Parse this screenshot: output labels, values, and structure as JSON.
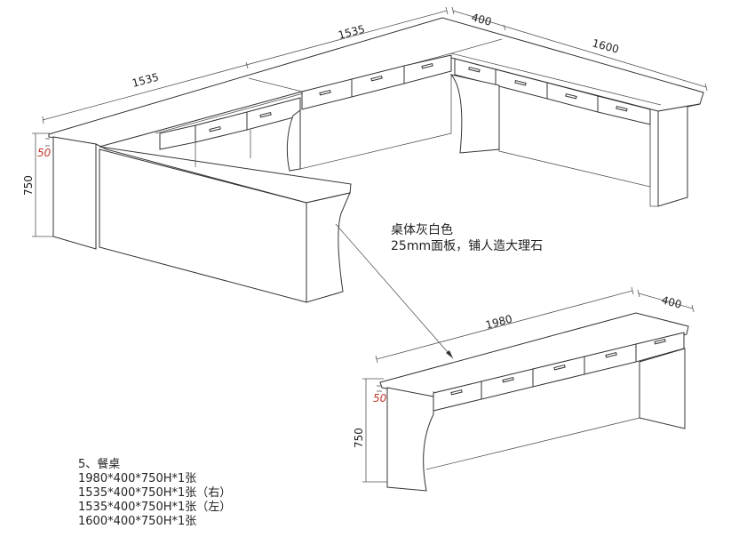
{
  "dimensions": {
    "top_left_length": "1535",
    "top_middle_length": "1535",
    "top_depth": "400",
    "top_right_length": "1600",
    "height_left": "750",
    "overhang_left": "50",
    "lower_length": "1980",
    "lower_depth": "400",
    "height_lower": "750",
    "overhang_lower": "50"
  },
  "notes": {
    "line1": "桌体灰白色",
    "line2": "25mm面板，铺人造大理石"
  },
  "specs": {
    "title": "5、餐桌",
    "items": [
      "1980*400*750H*1张",
      "1535*400*750H*1张（右）",
      "1535*400*750H*1张（左）",
      "1600*400*750H*1张"
    ]
  }
}
